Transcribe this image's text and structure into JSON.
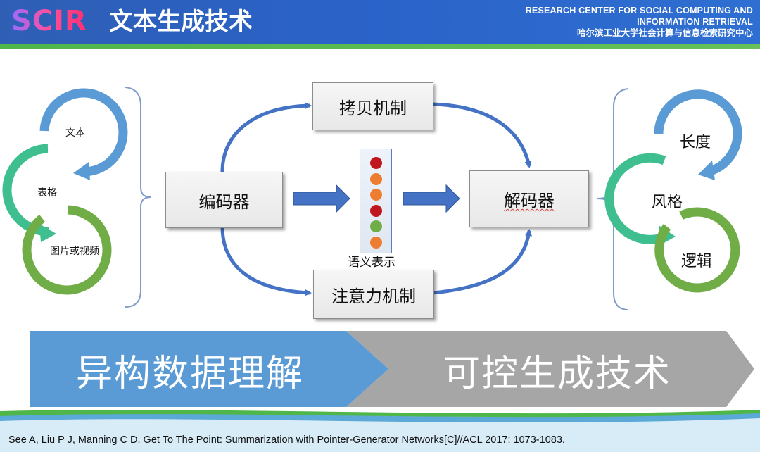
{
  "header": {
    "logo": "SCIR",
    "title": "文本生成技术",
    "institution_en_line1": "RESEARCH CENTER FOR SOCIAL COMPUTING AND",
    "institution_en_line2": "INFORMATION RETRIEVAL",
    "institution_cn": "哈尔滨工业大学社会计算与信息检索研究中心"
  },
  "diagram": {
    "inputs": [
      "文本",
      "表格",
      "图片或视频"
    ],
    "encoder": "编码器",
    "copy_mechanism": "拷贝机制",
    "attention_mechanism": "注意力机制",
    "semantic_representation": "语义表示",
    "decoder": "解码器",
    "outputs": [
      "长度",
      "风格",
      "逻辑"
    ],
    "semantic_dot_colors": [
      "#c0161d",
      "#ed7d31",
      "#ed7d31",
      "#c0161d",
      "#70ad47",
      "#ed7d31"
    ]
  },
  "banner": {
    "left": "异构数据理解",
    "right": "可控生成技术"
  },
  "footer": {
    "citation": "See A, Liu P J, Manning C D. Get To The Point: Summarization with Pointer-Generator Networks[C]//ACL 2017: 1073-1083."
  },
  "colors": {
    "header_blue": "#2f62c4",
    "arrow_blue": "#4472c4",
    "ring_blue": "#5b9bd5",
    "ring_teal": "#3fbf8f",
    "ring_green": "#70ad47",
    "banner_blue": "#5b9bd5",
    "banner_gray": "#a6a6a6"
  }
}
